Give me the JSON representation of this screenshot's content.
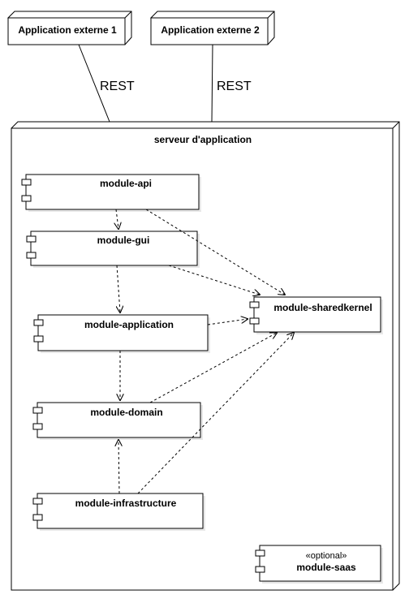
{
  "external_apps": [
    {
      "label": "Application externe 1"
    },
    {
      "label": "Application externe 2"
    }
  ],
  "connections": [
    {
      "label": "REST"
    },
    {
      "label": "REST"
    }
  ],
  "server": {
    "label": "serveur d'application"
  },
  "components": {
    "api": {
      "label": "module-api"
    },
    "gui": {
      "label": "module-gui"
    },
    "application": {
      "label": "module-application"
    },
    "domain": {
      "label": "module-domain"
    },
    "infrastructure": {
      "label": "module-infrastructure"
    },
    "sharedkernel": {
      "label": "module-sharedkernel"
    },
    "saas": {
      "stereotype": "«optional»",
      "label": "module-saas"
    }
  },
  "colors": {
    "stroke": "#000000",
    "fill": "#ffffff",
    "shadow": "#e8e8e8"
  }
}
